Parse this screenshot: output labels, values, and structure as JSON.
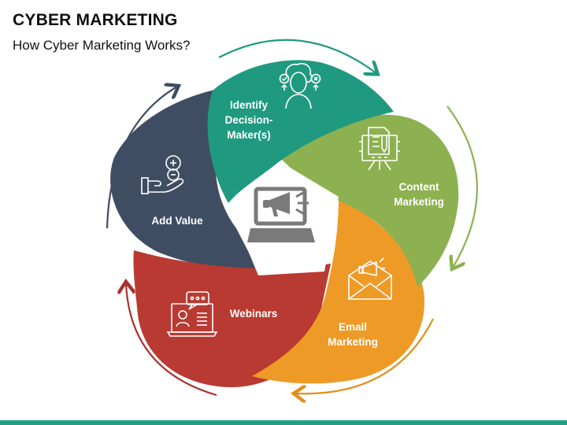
{
  "header": {
    "title": "CYBER MARKETING",
    "subtitle": "How Cyber Marketing Works?"
  },
  "colors": {
    "teal": "#1f9a80",
    "green": "#8db150",
    "orange": "#ee9a26",
    "red": "#b93a32",
    "navy": "#3f4d62",
    "center_icon": "#7a7a7a",
    "bottom_bar": "#21a084"
  },
  "diagram": {
    "center": {
      "icon": "laptop-megaphone-icon"
    },
    "steps": [
      {
        "label": "Identify Decision-Maker(s)",
        "lines": [
          "Identify",
          "Decision-",
          "Maker(s)"
        ],
        "icon": "decision-maker-icon",
        "color": "#1f9a80"
      },
      {
        "label": "Content Marketing",
        "lines": [
          "Content",
          "Marketing"
        ],
        "icon": "content-board-icon",
        "color": "#8db150"
      },
      {
        "label": "Email Marketing",
        "lines": [
          "Email",
          "Marketing"
        ],
        "icon": "email-megaphone-icon",
        "color": "#ee9a26"
      },
      {
        "label": "Webinars",
        "lines": [
          "Webinars"
        ],
        "icon": "webinar-laptop-icon",
        "color": "#b93a32"
      },
      {
        "label": "Add Value",
        "lines": [
          "Add Value"
        ],
        "icon": "hand-plus-minus-icon",
        "color": "#3f4d62"
      }
    ]
  }
}
